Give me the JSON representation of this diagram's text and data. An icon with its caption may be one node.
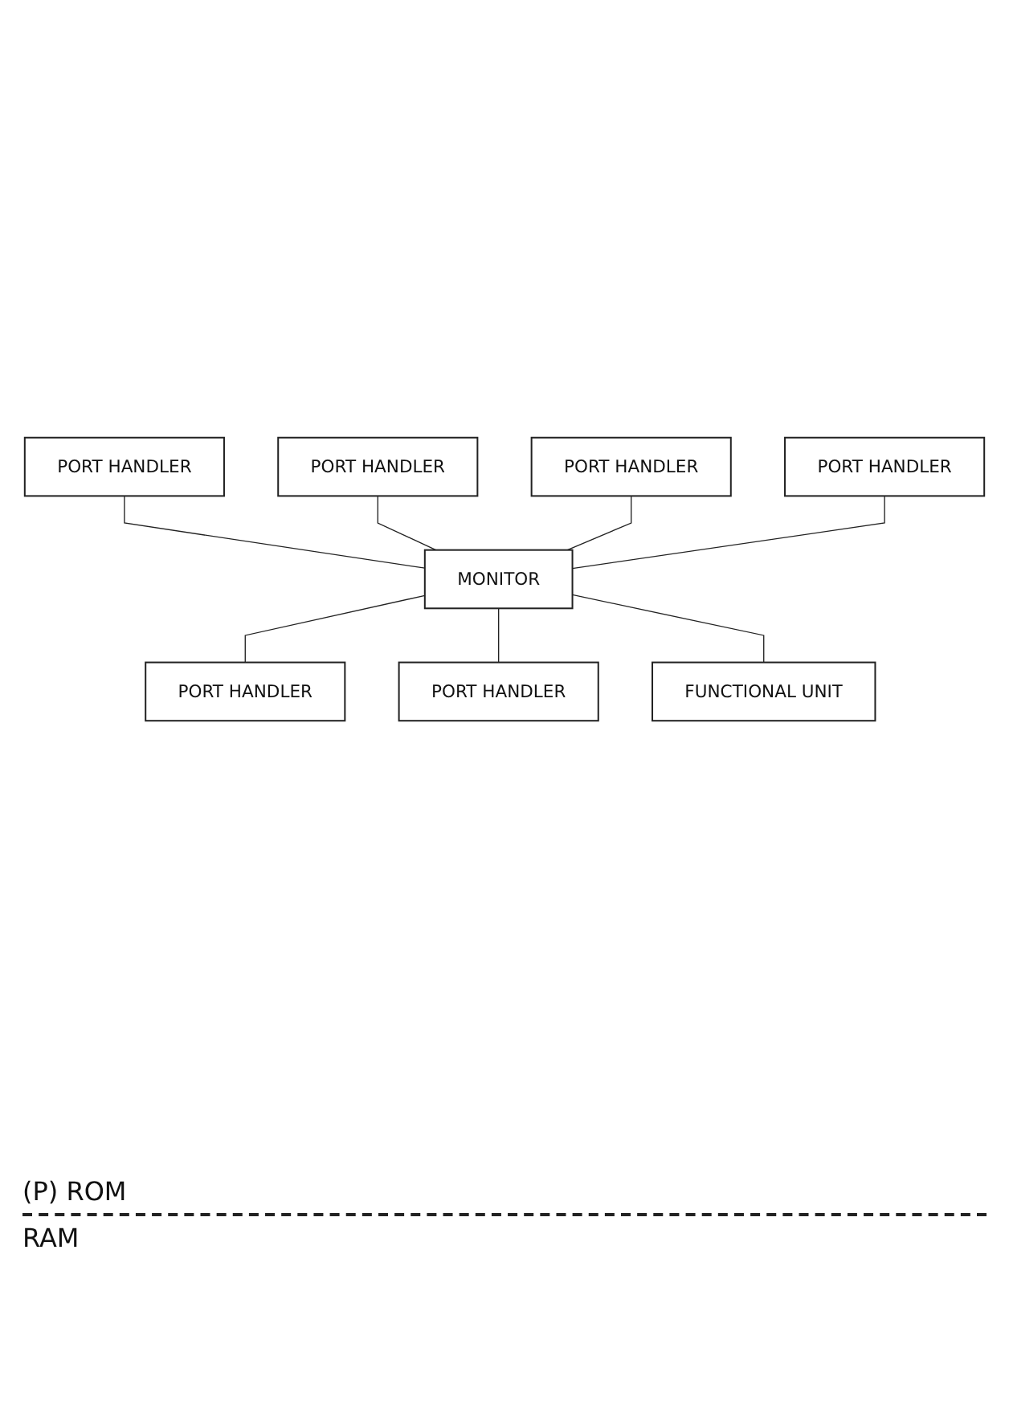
{
  "diagram": {
    "nodes": [
      {
        "text": [
          "PORT HANDLER"
        ]
      },
      {
        "text": [
          "PORT HANDLER"
        ]
      },
      {
        "text": [
          "PORT HANDLER"
        ]
      },
      {
        "text": [
          "MONITOR"
        ]
      },
      {
        "text": [
          "PORT HANDLER"
        ]
      },
      {
        "text": [
          "PORT HANDLER"
        ]
      },
      {
        "text": [
          "PORT HANDLER"
        ]
      },
      {
        "text": [
          "FUNCTIONAL UNIT"
        ]
      }
    ],
    "edges": [
      {
        "from": 0,
        "to": 3,
        "arrow": "none"
      },
      {
        "from": 1,
        "to": 3,
        "arrow": "none"
      },
      {
        "from": 2,
        "to": 3,
        "arrow": "none"
      },
      {
        "from": 3,
        "to": 4,
        "arrow": "none"
      },
      {
        "from": 5,
        "to": 3,
        "arrow": "none"
      },
      {
        "from": 3,
        "to": 6,
        "arrow": "none"
      },
      {
        "from": 3,
        "to": 7,
        "arrow": "none"
      }
    ],
    "labels": [
      "(P) ROM",
      "RAM"
    ]
  }
}
